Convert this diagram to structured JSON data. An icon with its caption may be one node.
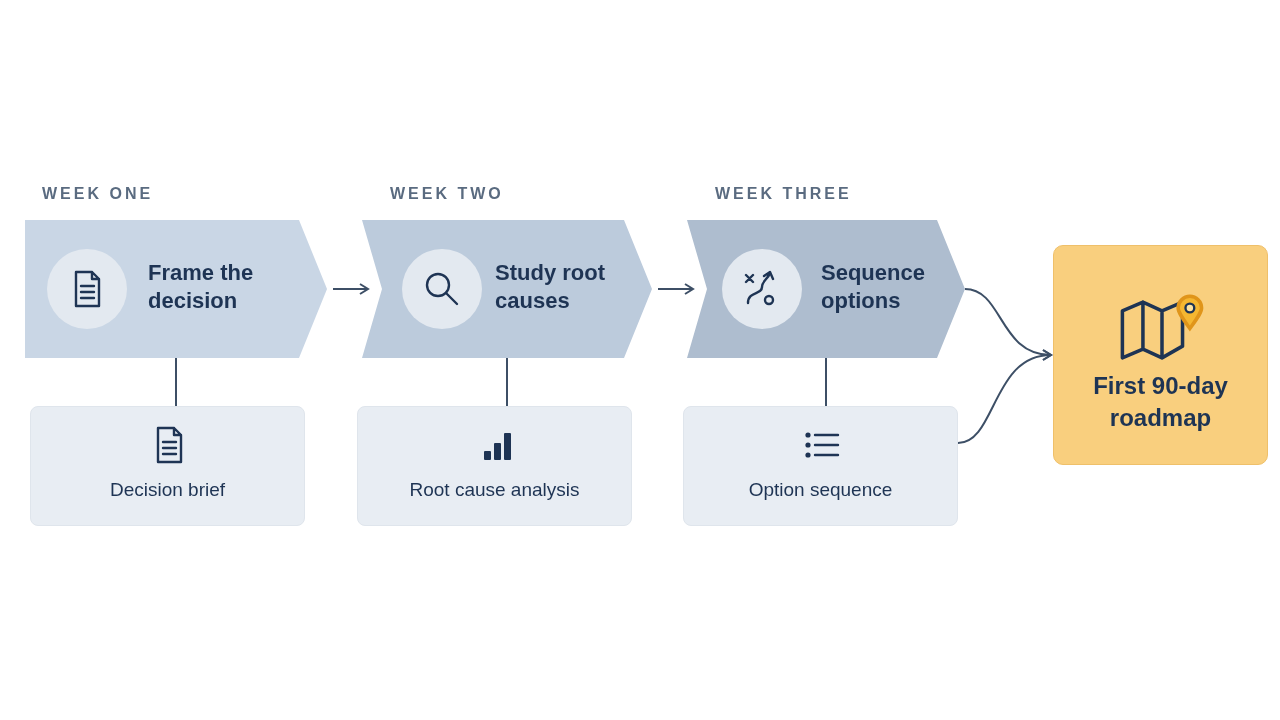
{
  "diagram": {
    "nodes": [
      {
        "text": [
          "Frame the decision"
        ],
        "beside": [
          "WEEK ONE"
        ]
      },
      {
        "text": [
          "Study root causes"
        ],
        "beside": [
          "WEEK TWO"
        ]
      },
      {
        "text": [
          "Sequence options"
        ],
        "beside": [
          "WEEK THREE"
        ]
      },
      {
        "text": [
          "First 90-day roadmap"
        ]
      },
      {
        "text": [
          "Decision brief"
        ]
      },
      {
        "text": [
          "Root cause analysis"
        ]
      },
      {
        "text": [
          "Option sequence"
        ]
      }
    ],
    "edges": [
      {
        "from": 0,
        "to": 1,
        "arrow": "to"
      },
      {
        "from": 1,
        "to": 2,
        "arrow": "to"
      },
      {
        "from": 2,
        "to": 3,
        "arrow": "to"
      },
      {
        "from": 6,
        "to": 3,
        "arrow": "to"
      },
      {
        "from": 0,
        "to": 4,
        "arrow": "none"
      },
      {
        "from": 1,
        "to": 5,
        "arrow": "none"
      },
      {
        "from": 2,
        "to": 6,
        "arrow": "none"
      }
    ]
  }
}
